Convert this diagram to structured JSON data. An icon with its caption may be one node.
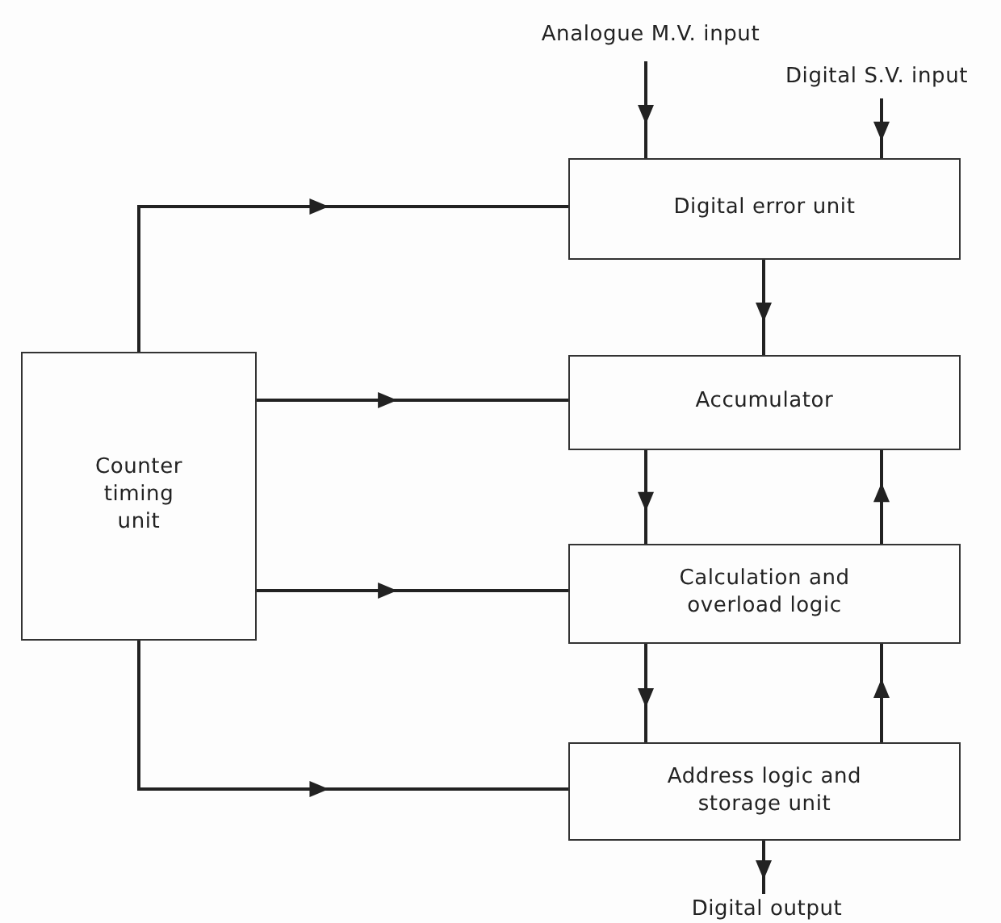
{
  "diagram": {
    "nodes": [
      {
        "text": [
          "Analogue M.V. input"
        ]
      },
      {
        "text": [
          "Digital S.V. input"
        ]
      },
      {
        "text": [
          "Digital error unit"
        ]
      },
      {
        "text": [
          "Counter timing unit"
        ]
      },
      {
        "text": [
          "Accumulator"
        ]
      },
      {
        "text": [
          "Calculation and overload logic"
        ]
      },
      {
        "text": [
          "Address logic and storage unit"
        ]
      },
      {
        "text": [
          "Digital output"
        ]
      }
    ],
    "edges": [
      {
        "from": 0,
        "to": 2,
        "arrow": "to"
      },
      {
        "from": 1,
        "to": 2,
        "arrow": "to"
      },
      {
        "from": 3,
        "to": 2,
        "arrow": "to"
      },
      {
        "from": 2,
        "to": 4,
        "arrow": "to"
      },
      {
        "from": 3,
        "to": 4,
        "arrow": "to"
      },
      {
        "from": 4,
        "to": 5,
        "arrow": "to"
      },
      {
        "from": 5,
        "to": 4,
        "arrow": "to"
      },
      {
        "from": 3,
        "to": 5,
        "arrow": "to"
      },
      {
        "from": 5,
        "to": 6,
        "arrow": "to"
      },
      {
        "from": 6,
        "to": 5,
        "arrow": "to"
      },
      {
        "from": 3,
        "to": 6,
        "arrow": "to"
      },
      {
        "from": 6,
        "to": 7,
        "arrow": "to"
      }
    ]
  }
}
